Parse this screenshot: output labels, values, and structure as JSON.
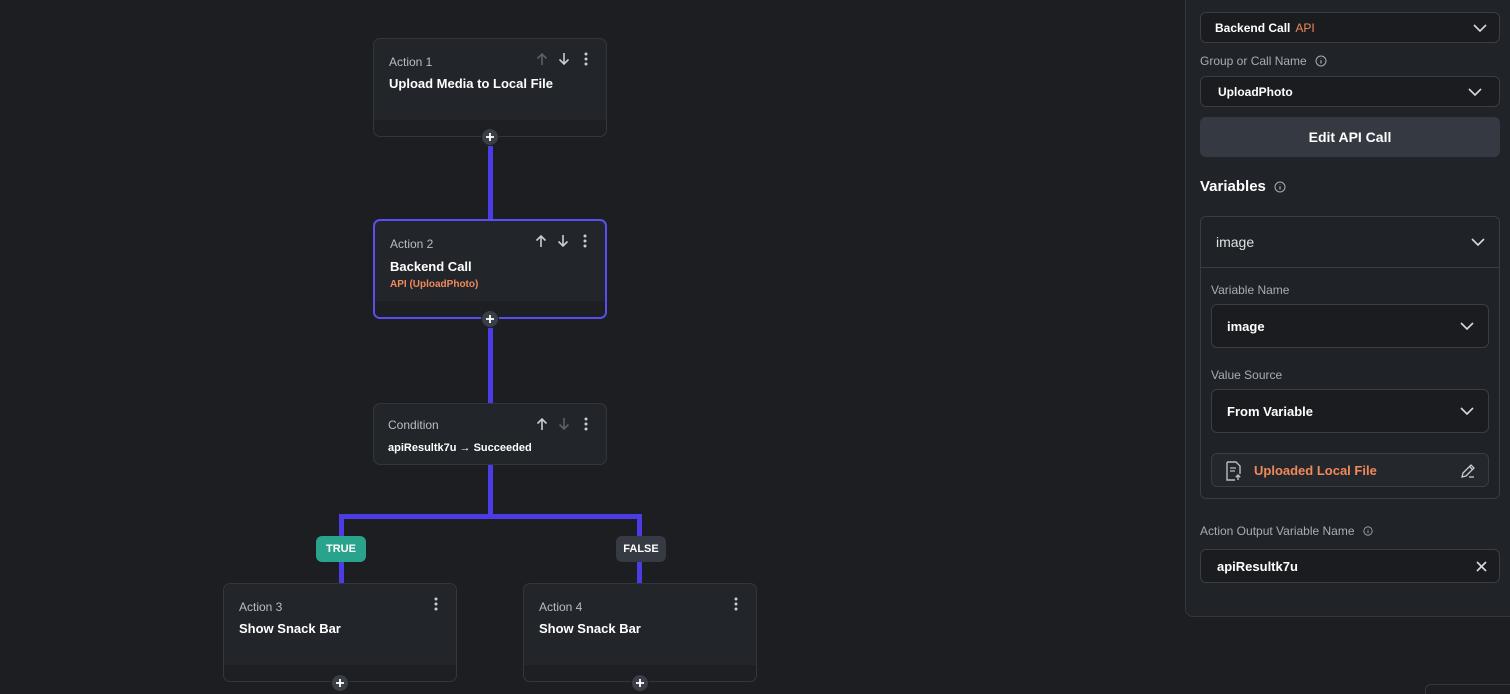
{
  "canvas": {
    "action1": {
      "sub": "Action 1",
      "title": "Upload Media to Local File"
    },
    "action2": {
      "sub": "Action 2",
      "title": "Backend Call",
      "detail": "API (UploadPhoto)"
    },
    "condition": {
      "sub": "Condition",
      "title": "apiResultk7u → Succeeded"
    },
    "branch_true": "TRUE",
    "branch_false": "FALSE",
    "action3": {
      "sub": "Action 3",
      "title": "Show Snack Bar"
    },
    "action4": {
      "sub": "Action 4",
      "title": "Show Snack Bar"
    }
  },
  "panel": {
    "action_type": {
      "value": "Backend Call",
      "tag": "API"
    },
    "group_label": "Group or Call Name",
    "group_value": "UploadPhoto",
    "edit_button": "Edit API Call",
    "variables_title": "Variables",
    "variable": {
      "header": "image",
      "name_label": "Variable Name",
      "name_value": "image",
      "source_label": "Value Source",
      "source_value": "From Variable",
      "file_value": "Uploaded Local File"
    },
    "output_label": "Action Output Variable Name",
    "output_value": "apiResultk7u"
  },
  "colors": {
    "accent_line": "#4b3ce6",
    "true_badge": "#2aa38c",
    "api_orange": "#f08a5a"
  },
  "icons": [
    "arrow-up-icon",
    "arrow-down-icon",
    "more-vertical-icon",
    "plus-icon",
    "chevron-down-icon",
    "info-icon",
    "file-upload-icon",
    "pencil-icon",
    "close-icon"
  ]
}
